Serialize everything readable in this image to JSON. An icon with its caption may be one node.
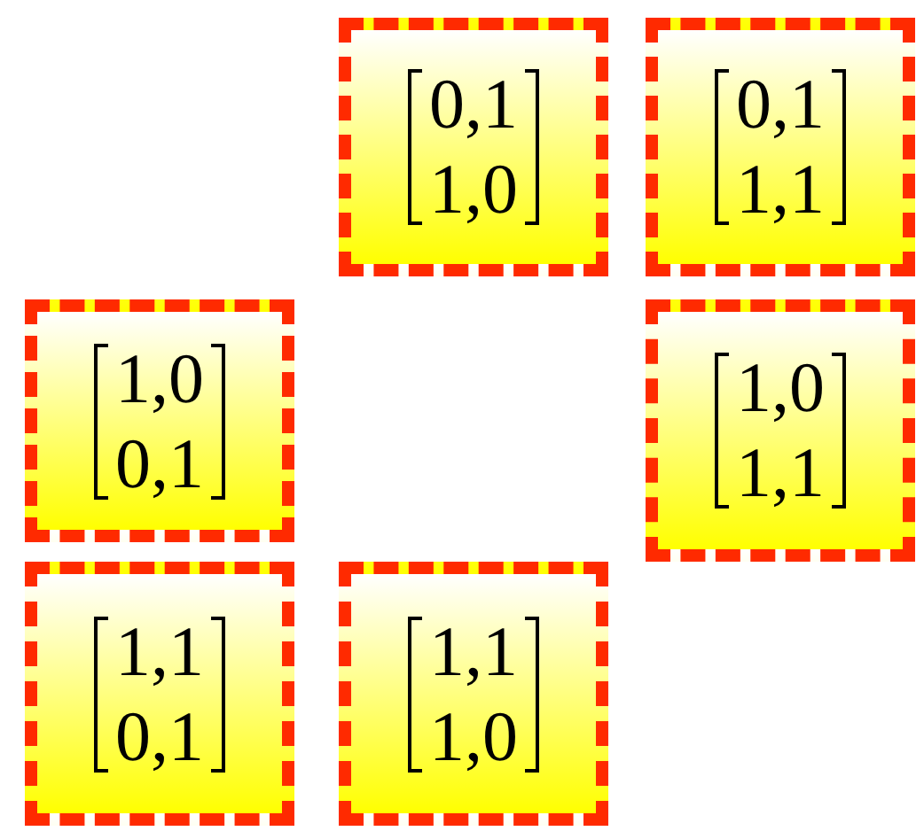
{
  "diagram": {
    "nodes": [
      {
        "text": [
          "0,1",
          "1,0"
        ]
      },
      {
        "text": [
          "0,1",
          "1,1"
        ]
      },
      {
        "text": [
          "1,0",
          "0,1"
        ]
      },
      {
        "text": [
          "1,0",
          "1,1"
        ]
      },
      {
        "text": [
          "1,1",
          "0,1"
        ]
      },
      {
        "text": [
          "1,1",
          "1,0"
        ]
      }
    ]
  }
}
